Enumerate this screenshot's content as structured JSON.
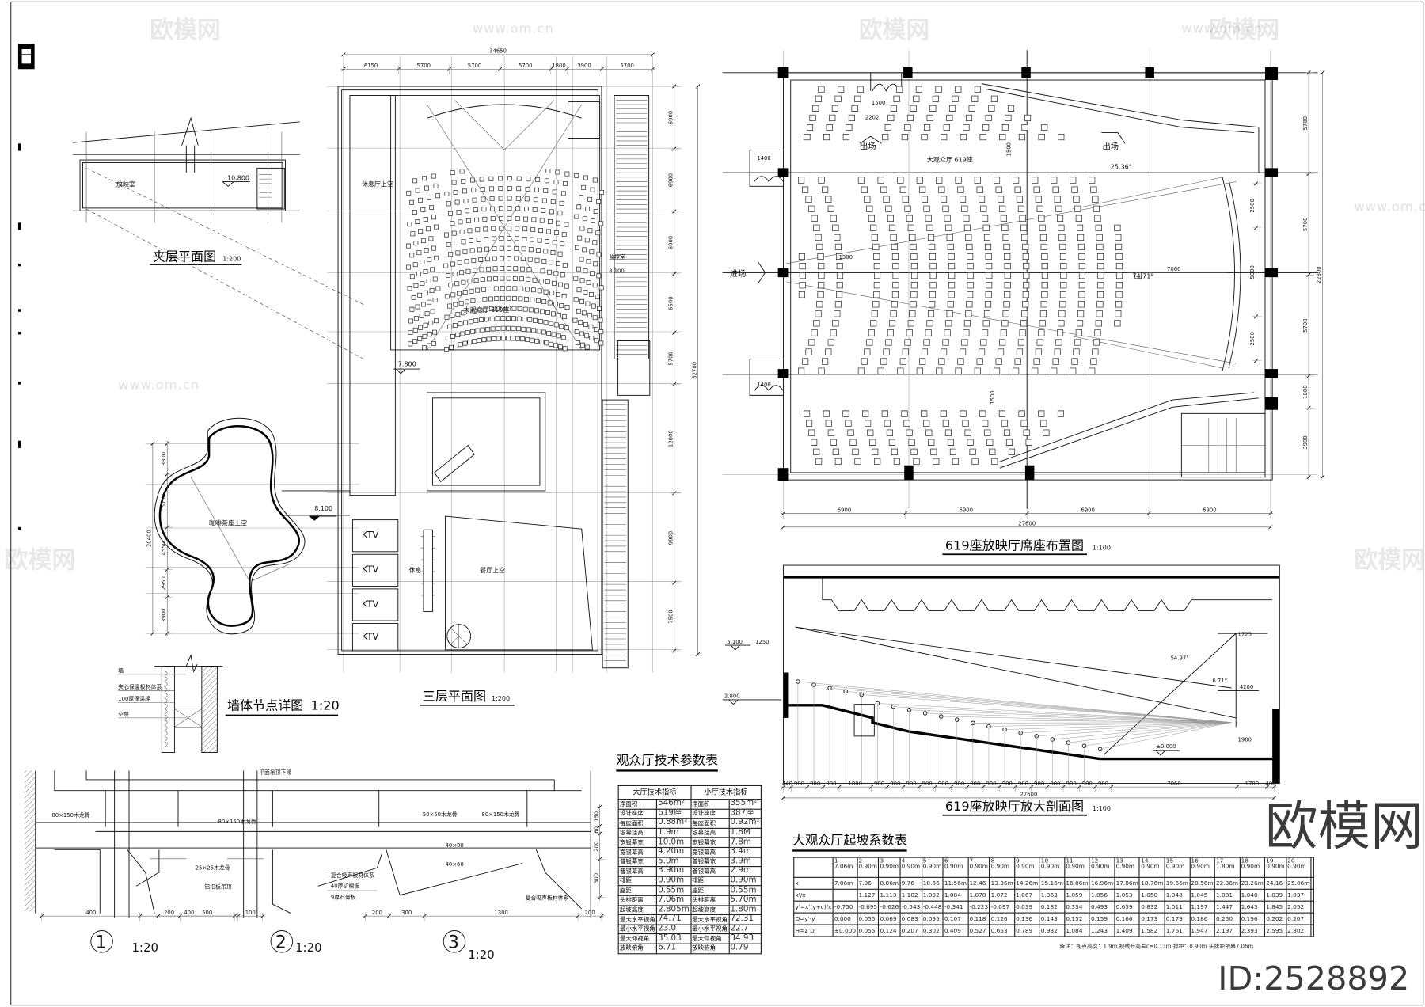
{
  "watermark": {
    "brand": "欧模网",
    "site": "www.om.cn",
    "id": "ID:2528892"
  },
  "mezzanine": {
    "title": "夹层平面图",
    "scale": "1:200",
    "room": "放映室",
    "elevation": "10.800"
  },
  "cafe": {
    "label": "咖啡茶座上空",
    "elevation": "8.100",
    "dims": [
      "3300",
      "5700",
      "4550",
      "2950",
      "3900"
    ],
    "total": "20400"
  },
  "third_floor": {
    "title": "三层平面图",
    "scale": "1:200",
    "top_dims": [
      "6150",
      "5700",
      "5700",
      "5700",
      "1800",
      "3900",
      "5700"
    ],
    "top_total": "34650",
    "side_dims": [
      "6900",
      "6900",
      "6900",
      "6500",
      "5700",
      "12000",
      "9900",
      "7500"
    ],
    "side_total": "62700",
    "labels": {
      "lounge_void": "休息厅上空",
      "hall": "大观众厅 619座",
      "elevation": "7.800",
      "control": "监控室",
      "control_elev": "8.100",
      "rest": "休息",
      "restaurant_void": "餐厅上空"
    },
    "ktv": [
      "KTV",
      "KTV",
      "KTV",
      "KTV"
    ]
  },
  "seating_plan": {
    "title": "619座放映厅席座布置图",
    "scale": "1:100",
    "hall_label": "大观众厅 619座",
    "exit_labels": [
      "出场",
      "出场"
    ],
    "entry_label": "进场",
    "annotations": {
      "door_width": "1500",
      "aisle_dim": "2202",
      "vestibule_top": "1400",
      "vestibule_bottom": "1400",
      "angle_exit": "25.36°",
      "aisle_side": "1300",
      "angle_view": "74.71°",
      "first_row": "7060",
      "aisle_top": "1500",
      "aisle_bottom": "1500"
    },
    "bottom_dims": [
      "6900",
      "6900",
      "6900",
      "6900"
    ],
    "bottom_total": "27600",
    "right_dims": [
      "5700",
      "5700",
      "5700",
      "1800",
      "3900"
    ],
    "right_total": "22800",
    "screen_dims": [
      "2500",
      "5000",
      "2500"
    ]
  },
  "section": {
    "title": "619座放映厅放大剖面图",
    "scale": "1:100",
    "levels": {
      "upper": "5.100",
      "lower": "2.800",
      "ground": "±0.000"
    },
    "annotations": {
      "h1": "1250",
      "h2": "1725",
      "h3": "4200",
      "h4": "1900",
      "angle1": "54.97°",
      "angle2": "6.71°"
    },
    "dims": [
      "440",
      "900",
      "900",
      "900",
      "1800",
      "900",
      "900",
      "900",
      "900",
      "900",
      "900",
      "900",
      "900",
      "900",
      "900",
      "900",
      "900",
      "900",
      "900",
      "900",
      "7060",
      "1700",
      "400"
    ],
    "total": "27600"
  },
  "wall_detail": {
    "title": "墙体节点详图",
    "scale": "1:20",
    "notes": [
      "墙",
      "夹心保温板材体系",
      "100厚保温棉",
      "空层"
    ]
  },
  "ceiling_details": {
    "top_label": "平面吊顶下缘",
    "labels": [
      "80×150木龙骨",
      "80×150木龙骨",
      "50×50木龙骨",
      "80×150木龙骨",
      "25×25木龙骨",
      "铝扣板吊顶",
      "40×80",
      "40×60",
      "复合吸声板材体系",
      "40厚矿棉板",
      "9厚石膏板",
      "复合吸声板材体系"
    ],
    "dims_1": [
      "400",
      "400",
      "100"
    ],
    "dims_2": [
      "200",
      "500"
    ],
    "dims_3": [
      "200",
      "300",
      "1300",
      "200"
    ],
    "dims_v": [
      "150",
      "60",
      "200",
      "300"
    ],
    "items": [
      {
        "num": "1",
        "scale": "1:20"
      },
      {
        "num": "2",
        "scale": "1:20"
      },
      {
        "num": "3",
        "scale": "1:20"
      }
    ]
  },
  "params_table": {
    "title": "观众厅技术参数表",
    "headers": [
      "大厅技术指标",
      "小厅技术指标"
    ],
    "rows": [
      [
        "净面积",
        "546m²",
        "净面积",
        "355m²"
      ],
      [
        "设计座席",
        "619座",
        "设计座席",
        "387座"
      ],
      [
        "每座面积",
        "0.88m²",
        "每座面积",
        "0.92m²"
      ],
      [
        "银幕挂高",
        "1.9m",
        "银幕挂高",
        "1.8M"
      ],
      [
        "宽银幕宽",
        "10.0m",
        "宽银幕宽",
        "7.8m"
      ],
      [
        "宽银幕高",
        "4.20m",
        "宽银幕高",
        "3.4m"
      ],
      [
        "普银幕宽",
        "5.0m",
        "普银幕宽",
        "3.9m"
      ],
      [
        "普银幕高",
        "3.90m",
        "普银幕高",
        "2.9m"
      ],
      [
        "排距",
        "0.90m",
        "排距",
        "0.90m"
      ],
      [
        "座距",
        "0.55m",
        "座距",
        "0.55m"
      ],
      [
        "头排距离",
        "7.06m",
        "头排距离",
        "5.70m"
      ],
      [
        "起坡高度",
        "2.805m",
        "起坡高度",
        "1.80m"
      ],
      [
        "最大水平视角",
        "74.71",
        "最大水平视角",
        "72.31"
      ],
      [
        "最小水平视角",
        "23.0",
        "最小水平视角",
        "22.7"
      ],
      [
        "最大仰视角",
        "35.03",
        "最大仰视角",
        "34.93"
      ],
      [
        "放映俯角",
        "6.71",
        "放映俯角",
        "0.79"
      ]
    ]
  },
  "slope_table": {
    "title": "大观众厅起坡系数表",
    "header": [
      "1\n7.06m",
      "2\n0.90m",
      "3\n0.90m",
      "4\n0.90m",
      "5\n0.90m",
      "6\n0.90m",
      "7\n0.90m",
      "8\n0.90m",
      "9\n0.90m",
      "10\n0.90m",
      "11\n0.90m",
      "12\n0.90m",
      "13\n0.90m",
      "14\n0.90m",
      "15\n0.90m",
      "16\n0.90m",
      "17\n1.80m",
      "18\n0.90m",
      "19\n0.90m",
      "20\n0.90m"
    ],
    "rows": [
      {
        "label": "x",
        "values": [
          "7.06m",
          "7.96",
          "8.86m",
          "9.76",
          "10.66",
          "11.56m",
          "12.46",
          "13.36m",
          "14.26m",
          "15.16m",
          "16.06m",
          "16.96m",
          "17.86m",
          "18.76m",
          "19.66m",
          "20.56m",
          "22.36m",
          "23.26m",
          "24.16",
          "25.06m"
        ]
      },
      {
        "label": "x'/x",
        "values": [
          "",
          "1.127",
          "1.113",
          "1.102",
          "1.092",
          "1.084",
          "1.078",
          "1.072",
          "1.067",
          "1.063",
          "1.059",
          "1.056",
          "1.053",
          "1.050",
          "1.048",
          "1.045",
          "1.081",
          "1.040",
          "1.039",
          "1.037"
        ]
      },
      {
        "label": "y'=x'(y+c)/x",
        "values": [
          "-0.750",
          "-0.695",
          "-0.626",
          "-0.543",
          "-0.448",
          "-0.341",
          "-0.223",
          "-0.097",
          "0.039",
          "0.182",
          "0.334",
          "0.493",
          "0.659",
          "0.832",
          "1.011",
          "1.197",
          "1.447",
          "1.643",
          "1.845",
          "2.052"
        ]
      },
      {
        "label": "D=y'-y",
        "values": [
          "0.000",
          "0.055",
          "0.069",
          "0.083",
          "0.095",
          "0.107",
          "0.118",
          "0.126",
          "0.136",
          "0.143",
          "0.152",
          "0.159",
          "0.166",
          "0.173",
          "0.179",
          "0.186",
          "0.250",
          "0.196",
          "0.202",
          "0.207"
        ]
      },
      {
        "label": "H=Σ D",
        "values": [
          "±0.000",
          "0.055",
          "0.124",
          "0.207",
          "0.302",
          "0.409",
          "0.527",
          "0.653",
          "0.789",
          "0.932",
          "1.084",
          "1.243",
          "1.409",
          "1.582",
          "1.761",
          "1.947",
          "2.197",
          "2.393",
          "2.595",
          "2.802"
        ]
      }
    ],
    "note": "备注：视点高度：1.9m  视线升高差c=0.13m  排距：0.90m  头排距银幕7.06m"
  }
}
